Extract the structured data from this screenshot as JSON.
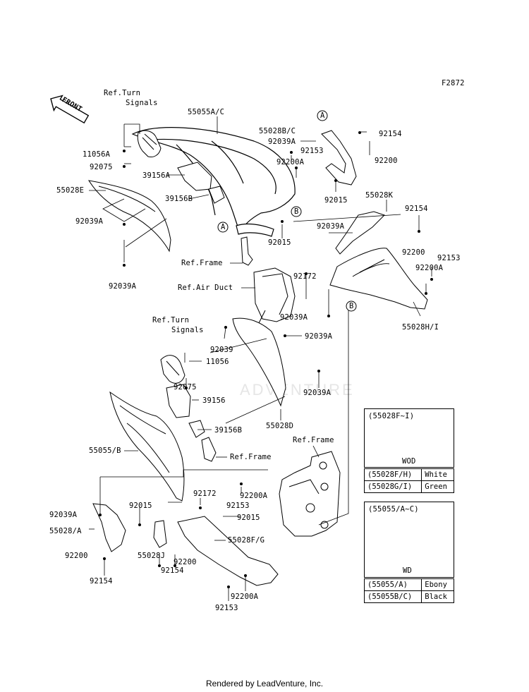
{
  "figure_code": "F2872",
  "front_label": "FRONT",
  "watermark": "ADVENTURE",
  "labels": {
    "ref_turn_signals_1": "Ref.Turn",
    "ref_turn_signals_1b": "Signals",
    "p55055ac": "55055A/C",
    "p11056a": "11056A",
    "p92075a": "92075",
    "p39156a": "39156A",
    "p55028e": "55028E",
    "p39156b": "39156B",
    "p92039a_1": "92039A",
    "ref_frame_1": "Ref.Frame",
    "p92039a_2": "92039A",
    "p55028bc": "55028B/C",
    "p92039a_3": "92039A",
    "p92153_1": "92153",
    "p92154_1": "92154",
    "p92200a_1": "92200A",
    "p92200_1": "92200",
    "p92015_1": "92015",
    "p92015_2": "92015",
    "p55028k": "55028K",
    "p92154_2": "92154",
    "p92039a_4": "92039A",
    "p92200_2": "92200",
    "p92153_2": "92153",
    "p92200a_2": "92200A",
    "p92172_1": "92172",
    "ref_air_duct": "Ref.Air Duct",
    "p92039a_5": "92039A",
    "p55028hi": "55028H/I",
    "ref_turn_signals_2": "Ref.Turn",
    "ref_turn_signals_2b": "Signals",
    "p92039": "92039",
    "p92039a_6": "92039A",
    "p11056": "11056",
    "p92075b": "92075",
    "p39156": "39156",
    "p92039a_7": "92039A",
    "p55028d": "55028D",
    "p39156b_2": "39156B",
    "p55055b": "55055/B",
    "ref_frame_2": "Ref.Frame",
    "ref_frame_3": "Ref.Frame",
    "p92200a_3": "92200A",
    "p92172_2": "92172",
    "p92039a_8": "92039A",
    "p92015_3": "92015",
    "p92153_3": "92153",
    "p92015_4": "92015",
    "p55028a": "55028/A",
    "p55028fg": "55028F/G",
    "p55028j": "55028J",
    "p92200_3": "92200",
    "p92200_4": "92200",
    "p92154_3": "92154",
    "p92154_4": "92154",
    "p92200a_4": "92200A",
    "p92153_4": "92153",
    "callout_a1": "A",
    "callout_a2": "A",
    "callout_b1": "B",
    "callout_b2": "B"
  },
  "inset1": {
    "title": "(55028F~I)",
    "caption": "WOD",
    "rows": [
      {
        "code": "(55028F/H)",
        "color": "White"
      },
      {
        "code": "(55028G/I)",
        "color": "Green"
      }
    ]
  },
  "inset2": {
    "title": "(55055/A~C)",
    "caption": "WD",
    "rows": [
      {
        "code": "(55055/A)",
        "color": "Ebony"
      },
      {
        "code": "(55055B/C)",
        "color": "Black"
      }
    ]
  },
  "footer": "Rendered by LeadVenture, Inc."
}
